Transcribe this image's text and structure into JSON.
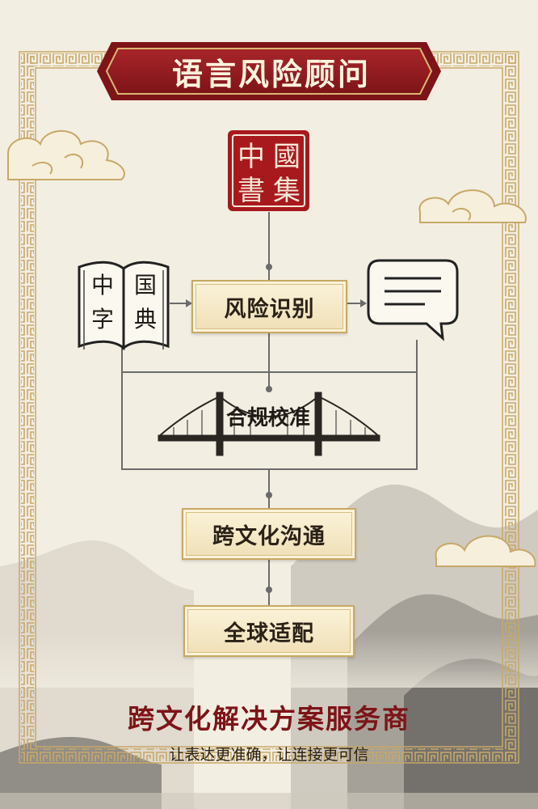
{
  "header": {
    "title": "语言风险顾问"
  },
  "seal": {
    "chars": [
      "中",
      "國",
      "書",
      "集"
    ]
  },
  "book": {
    "chars": [
      "中",
      "国",
      "字",
      "典"
    ]
  },
  "flow": {
    "risk_identify": "风险识别",
    "compliance": "合规校准",
    "cross_culture": "跨文化沟通",
    "global": "全球适配"
  },
  "footer": {
    "tagline": "跨文化解决方案服务商",
    "subtagline": "让表达更准确，让连接更可信"
  },
  "colors": {
    "background": "#f3eee2",
    "frame_gold": "#c9a862",
    "seal_red": "#a8191e",
    "banner_red": "#8e1a1c",
    "tagline_red": "#7d1418",
    "ink": "#2a2117",
    "connector": "#6b6b6b"
  },
  "icons": [
    "cloud-icon",
    "seal-stamp-icon",
    "open-book-icon",
    "speech-bubble-icon",
    "suspension-bridge-icon",
    "mountain-landscape-icon"
  ]
}
